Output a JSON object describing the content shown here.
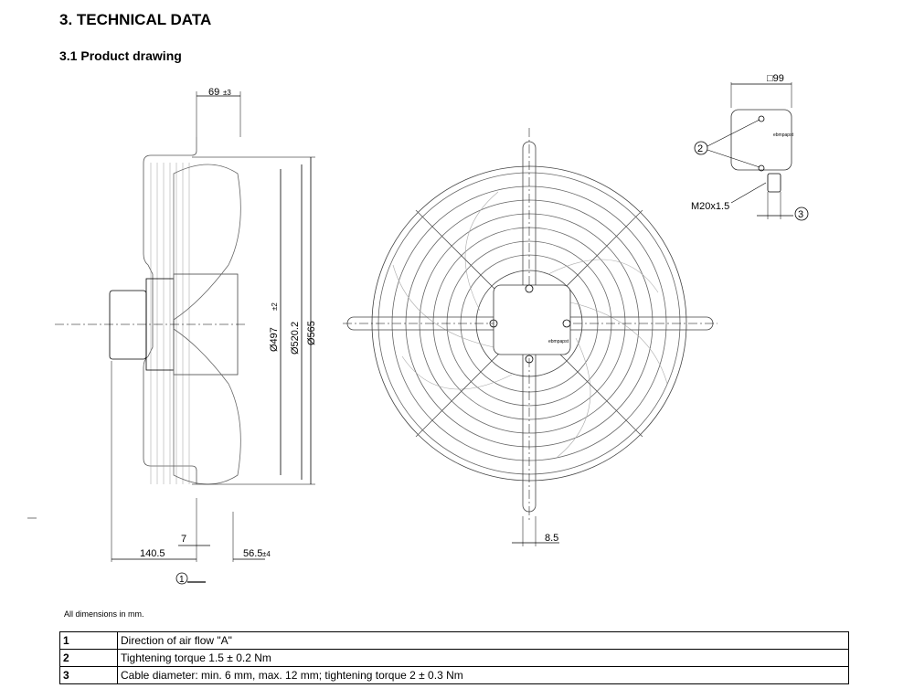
{
  "section_title": "3. TECHNICAL DATA",
  "subsection_title": "3.1 Product drawing",
  "dimensions": {
    "d69": "69",
    "d69_tol": "±3",
    "d497": "Ø497",
    "d497_tol": "±2",
    "d520": "Ø520.2",
    "d565": "Ø565",
    "d7": "7",
    "d140": "140.5",
    "d56": "56.5",
    "d56_tol": "±4",
    "d8_5": "8.5",
    "d99": "□99",
    "thread": "M20x1.5",
    "callout1": "1",
    "callout2": "2",
    "callout3": "3"
  },
  "brand_label": "ebmpapst",
  "note": "All dimensions in mm.",
  "legend": [
    {
      "num": "1",
      "text": "Direction of air flow \"A\""
    },
    {
      "num": "2",
      "text": "Tightening torque 1.5 ± 0.2 Nm"
    },
    {
      "num": "3",
      "text": "Cable diameter: min. 6 mm, max. 12 mm; tightening torque 2 ± 0.3 Nm"
    }
  ]
}
